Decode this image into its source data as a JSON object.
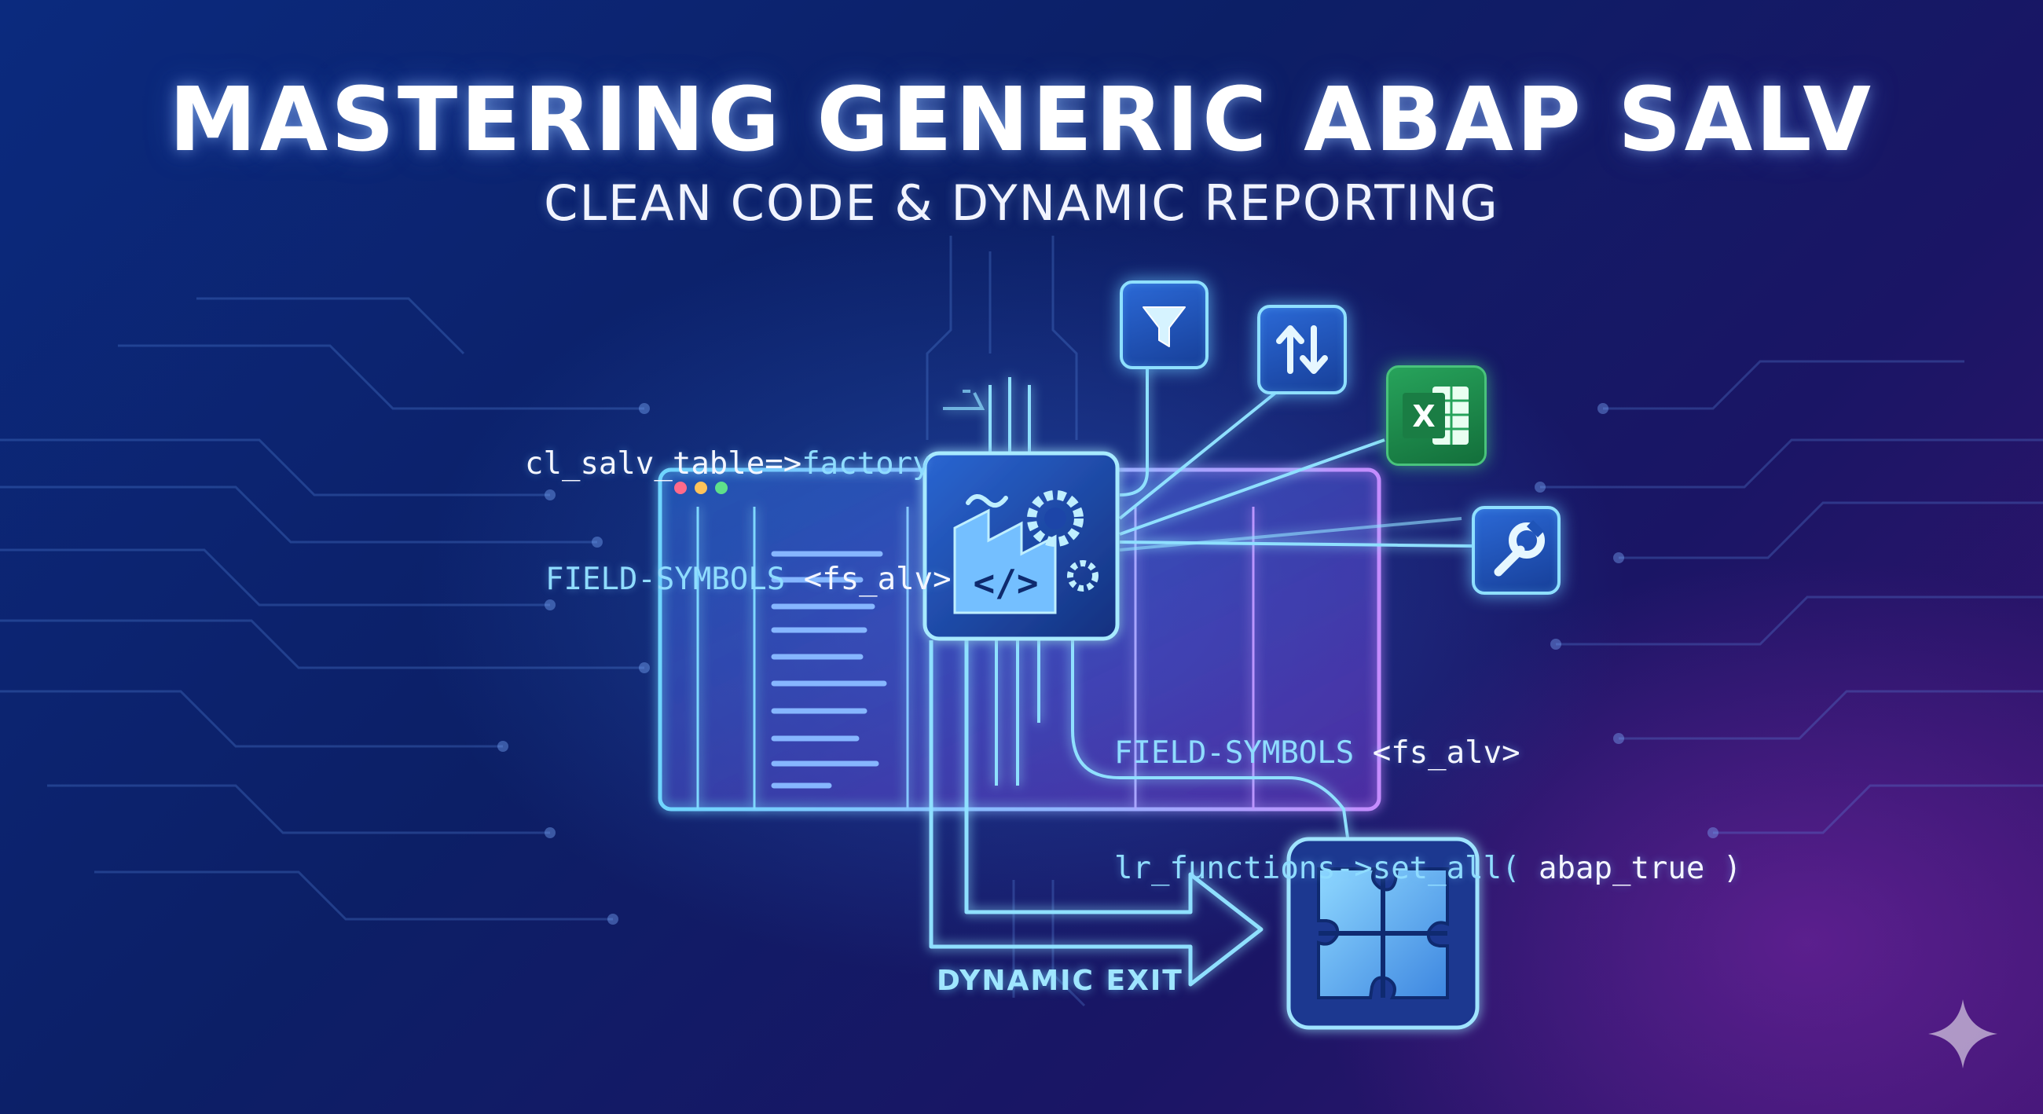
{
  "title": "MASTERING GENERIC ABAP SALV",
  "subtitle": "CLEAN CODE & DYNAMIC REPORTING",
  "code_left": {
    "line1_part1": "cl_salv_table=>",
    "line1_part2": "factory",
    "line2": "FIELD-SYMBOLS",
    "line2_arg": "<fs_alv>"
  },
  "code_right": {
    "line1": "FIELD-SYMBOLS",
    "line1_arg": "<fs_alv>",
    "line2_part1": "lr_functions->set_all(",
    "line2_part2": " abap_true )"
  },
  "dynamic_exit_label": "DYNAMIC EXIT",
  "excel_letter": "X",
  "icons": [
    "factory-code-icon",
    "filter-icon",
    "sort-icon",
    "excel-icon",
    "wrench-icon",
    "puzzle-icon",
    "sparkle-icon"
  ],
  "colors": {
    "glow_cyan": "#8fe0ff",
    "table_blue": "#6fd0ff",
    "table_purple": "#c08aff",
    "excel_green": "#27a35b"
  }
}
